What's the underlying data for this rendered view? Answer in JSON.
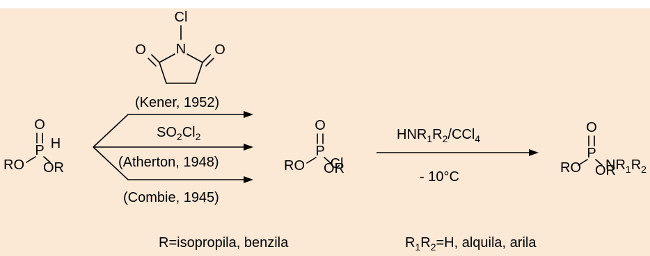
{
  "colors": {
    "background": "#fbe8d5",
    "ink": "#000000"
  },
  "ncs": {
    "cl": "Cl",
    "n": "N",
    "o_left": "O",
    "o_right": "O"
  },
  "reagent1": {
    "o": "O",
    "p": "P",
    "h": "H",
    "ro": "RO",
    "or": "OR"
  },
  "conditions": {
    "upper_citation": "(Kener, 1952)",
    "middle_reagent_base": "SO",
    "middle_reagent_sub1": "2",
    "middle_reagent_mid": "Cl",
    "middle_reagent_sub2": "2",
    "middle_citation": "(Atherton, 1948)",
    "lower_citation": "(Combie, 1945)"
  },
  "intermediate": {
    "o": "O",
    "p": "P",
    "cl": "Cl",
    "ro": "RO",
    "or": "OR"
  },
  "amination": {
    "reagent_a": "HNR",
    "sub1": "1",
    "reagent_b": "R",
    "sub2": "2",
    "reagent_c": "/CCl",
    "sub3": "4",
    "temperature": "- 10°C"
  },
  "product": {
    "o": "O",
    "p": "P",
    "ro": "RO",
    "or": "OR",
    "nr": "NR",
    "sub1": "1",
    "r": "R",
    "sub2": "2"
  },
  "footnotes": {
    "r_definition": "R=isopropila, benzila",
    "r12_a": "R",
    "r12_sub1": "1",
    "r12_b": "R",
    "r12_sub2": "2",
    "r12_rest": "=H, alquila, arila"
  }
}
